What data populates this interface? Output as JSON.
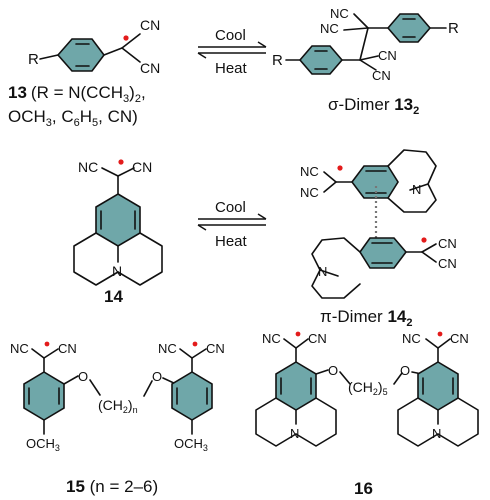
{
  "scheme": {
    "row1": {
      "compound_num": "13",
      "r_text": "(R = N(CCH",
      "r_sub1": "3",
      "r_text2": ")",
      "r_sub2": "2",
      "r_text3": ",",
      "line2a": "OCH",
      "line2_sub1": "3",
      "line2b": ", C",
      "line2_sub2": "6",
      "line2c": "H",
      "line2_sub3": "5",
      "line2d": ", CN)",
      "arrow_top": "Cool",
      "arrow_bottom": "Heat",
      "dimer_label": "σ-Dimer ",
      "dimer_num": "13",
      "dimer_sub": "2",
      "atom_R": "R",
      "atom_CN": "CN",
      "atom_NC": "NC"
    },
    "row2": {
      "compound_num": "14",
      "arrow_top": "Cool",
      "arrow_bottom": "Heat",
      "dimer_label": "π-Dimer ",
      "dimer_num": "14",
      "dimer_sub": "2",
      "atom_N": "N"
    },
    "row3": {
      "left_num": "15",
      "left_range": " (n = 2–6)",
      "left_chain_a": "(CH",
      "left_chain_sub": "2",
      "left_chain_b": ")",
      "left_chain_n": "n",
      "atom_O": "O",
      "methoxy": "OCH",
      "methoxy_sub": "3",
      "right_num": "16",
      "right_chain_a": "(CH",
      "right_chain_sub": "2",
      "right_chain_b": ")",
      "right_chain_n": "5"
    },
    "colors": {
      "ring_fill": "#6fa7a9",
      "radical": "#e31b1b",
      "bonds": "#111111"
    }
  }
}
